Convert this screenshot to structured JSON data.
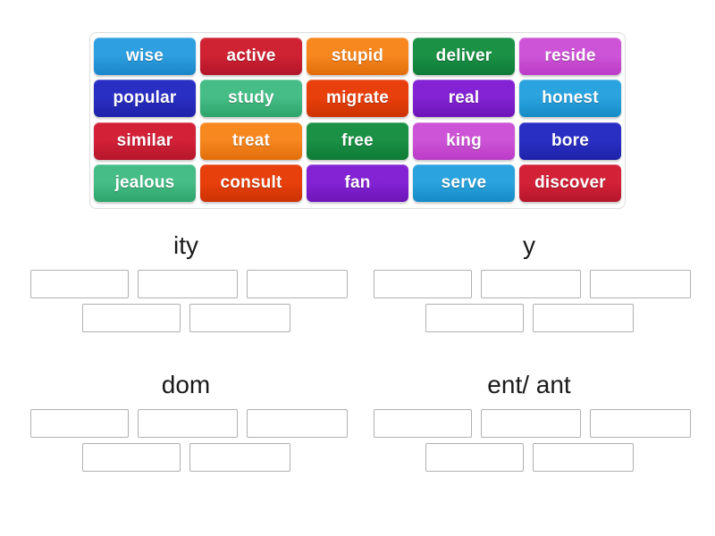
{
  "activity": {
    "type": "group-sort",
    "title": "Word suffix group sort"
  },
  "tile_tray": {
    "rows": [
      [
        {
          "label": "wise",
          "color": "#2e9fe0",
          "color_dark": "#1a86c9"
        },
        {
          "label": "active",
          "color": "#cf2233",
          "color_dark": "#b2162a"
        },
        {
          "label": "stupid",
          "color": "#f7871f",
          "color_dark": "#e06d0a"
        },
        {
          "label": "deliver",
          "color": "#1a9145",
          "color_dark": "#0f7a37"
        },
        {
          "label": "reside",
          "color": "#cd54d6",
          "color_dark": "#bb3bc6"
        }
      ],
      [
        {
          "label": "popular",
          "color": "#2a2fc4",
          "color_dark": "#1e22a8"
        },
        {
          "label": "study",
          "color": "#46bd86",
          "color_dark": "#2ea46c"
        },
        {
          "label": "migrate",
          "color": "#e8400c",
          "color_dark": "#cc3203"
        },
        {
          "label": "real",
          "color": "#8323d4",
          "color_dark": "#6d15b8"
        },
        {
          "label": "honest",
          "color": "#2aa3de",
          "color_dark": "#168bc6"
        }
      ],
      [
        {
          "label": "similar",
          "color": "#d32138",
          "color_dark": "#b5162b"
        },
        {
          "label": "treat",
          "color": "#f7871f",
          "color_dark": "#e06d0a"
        },
        {
          "label": "free",
          "color": "#1a9145",
          "color_dark": "#0f7a37"
        },
        {
          "label": "king",
          "color": "#cd54d6",
          "color_dark": "#bb3bc6"
        },
        {
          "label": "bore",
          "color": "#2a2fc4",
          "color_dark": "#1e22a8"
        }
      ],
      [
        {
          "label": "jealous",
          "color": "#46bd86",
          "color_dark": "#2ea46c"
        },
        {
          "label": "consult",
          "color": "#e8400c",
          "color_dark": "#cc3203"
        },
        {
          "label": "fan",
          "color": "#8323d4",
          "color_dark": "#6d15b8"
        },
        {
          "label": "serve",
          "color": "#2aa3de",
          "color_dark": "#168bc6"
        },
        {
          "label": "discover",
          "color": "#d32138",
          "color_dark": "#b5162b"
        }
      ]
    ]
  },
  "categories": [
    {
      "title": "ity",
      "slot_count": 5,
      "slots": [
        "",
        "",
        "",
        "",
        ""
      ]
    },
    {
      "title": "y",
      "slot_count": 5,
      "slots": [
        "",
        "",
        "",
        "",
        ""
      ]
    },
    {
      "title": "dom",
      "slot_count": 5,
      "slots": [
        "",
        "",
        "",
        "",
        ""
      ]
    },
    {
      "title": "ent/ ant",
      "slot_count": 5,
      "slots": [
        "",
        "",
        "",
        "",
        ""
      ]
    }
  ],
  "colors": {
    "background": "#ffffff",
    "tray_border": "#dcdcdc",
    "slot_border": "#b0b0b0",
    "title_text": "#1a1a1a",
    "tile_text": "#ffffff"
  }
}
